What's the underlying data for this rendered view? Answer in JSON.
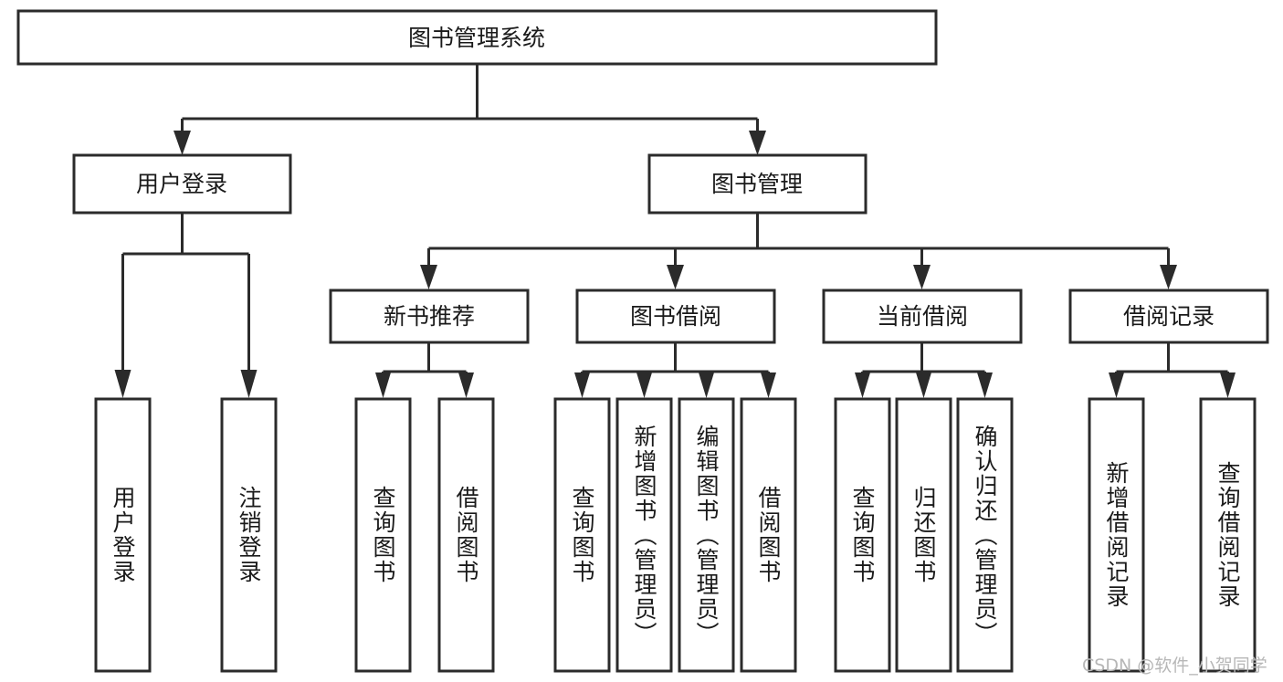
{
  "diagram": {
    "title": "图书管理系统",
    "type": "tree",
    "watermark": "CSDN @软件_小贺同学",
    "colors": {
      "stroke": "#2b2b2b",
      "fill": "#ffffff",
      "text": "#1a1a1a",
      "watermark": "#b7b7b7",
      "background": "#ffffff"
    },
    "levels": {
      "root": {
        "label": "图书管理系统"
      },
      "level2": [
        {
          "label": "用户登录"
        },
        {
          "label": "图书管理"
        }
      ],
      "level3": [
        {
          "label": "新书推荐"
        },
        {
          "label": "图书借阅"
        },
        {
          "label": "当前借阅"
        },
        {
          "label": "借阅记录"
        }
      ],
      "leaves": {
        "user_login": [
          {
            "label": "用户登录"
          },
          {
            "label": "注销登录"
          }
        ],
        "new_book_recommend": [
          {
            "label": "查询图书"
          },
          {
            "label": "借阅图书"
          }
        ],
        "book_borrow": [
          {
            "label": "查询图书"
          },
          {
            "label": "新增图书（管理员）"
          },
          {
            "label": "编辑图书（管理员）"
          },
          {
            "label": "借阅图书"
          }
        ],
        "current_borrow": [
          {
            "label": "查询图书"
          },
          {
            "label": "归还图书"
          },
          {
            "label": "确认归还（管理员）"
          }
        ],
        "borrow_record": [
          {
            "label": "新增借阅记录"
          },
          {
            "label": "查询借阅记录"
          }
        ]
      }
    }
  }
}
